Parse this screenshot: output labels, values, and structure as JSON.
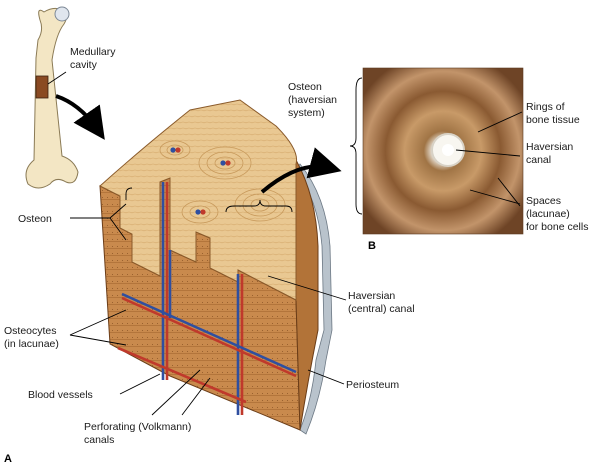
{
  "figure": {
    "panel_a": "A",
    "panel_b": "B"
  },
  "labels": {
    "medullary_cavity": [
      "Medullary",
      "cavity"
    ],
    "osteon_left": "Osteon",
    "osteocytes": [
      "Osteocytes",
      "(in lacunae)"
    ],
    "blood_vessels": "Blood vessels",
    "perforating": [
      "Perforating (Volkmann)",
      "canals"
    ],
    "haversian_central": [
      "Haversian",
      "(central) canal"
    ],
    "periosteum": "Periosteum",
    "osteon_top": [
      "Osteon",
      "(haversian",
      "system)"
    ],
    "rings": [
      "Rings of",
      "bone tissue"
    ],
    "haversian_canal": [
      "Haversian",
      "canal"
    ],
    "spaces": [
      "Spaces",
      "(lacunae)",
      "for bone cells"
    ]
  },
  "colors": {
    "bone_top": "#e8c590",
    "bone_side": "#c9874a",
    "bone_dark": "#a86a33",
    "artery": "#c0392b",
    "vein": "#2f4fa0",
    "periosteum": "#b9c3cc",
    "femur": "#f3e6c4"
  }
}
